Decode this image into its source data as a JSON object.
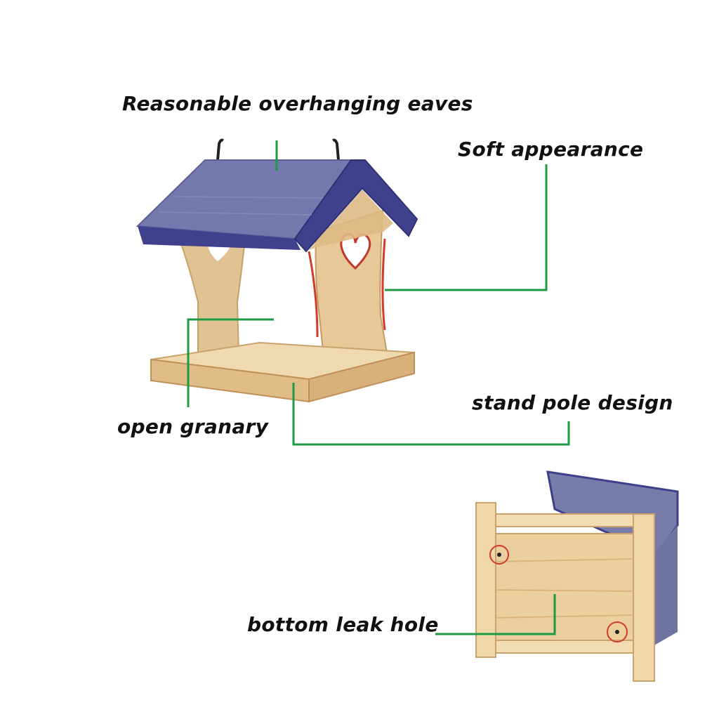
{
  "callouts": {
    "eaves": "Reasonable overhanging eaves",
    "appearance": "Soft appearance",
    "granary": "open granary",
    "pole": "stand pole design",
    "leak": "bottom leak hole"
  },
  "colors": {
    "leader_line": "#1e9a45",
    "roof": "#6e73a6",
    "roof_edge": "#3d3f8a",
    "wood": "#e4c79a",
    "wood_dark": "#c9a36b",
    "highlight_circle": "#d23a2a"
  },
  "icons": [
    "heart-cutout-icon",
    "highlight-circle-icon"
  ]
}
